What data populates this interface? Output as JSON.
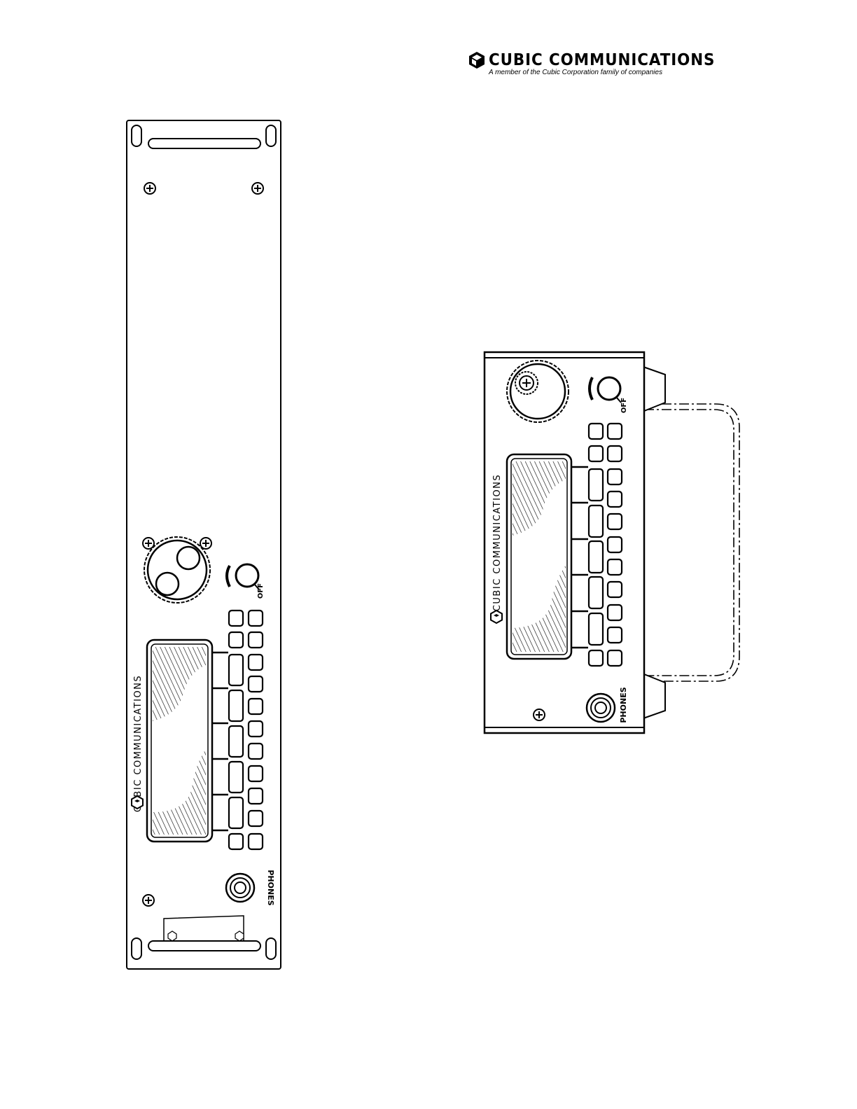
{
  "header": {
    "brand_name": "CUBIC COMMUNICATIONS",
    "tagline": "A member of the Cubic Corporation family of companies"
  },
  "rack_panel": {
    "brand_label": "CUBIC COMMUNICATIONS",
    "power_label": "OFF",
    "phones_label": "PHONES",
    "icons": [
      "cubic-logo-icon",
      "tuning-knob-icon",
      "power-knob-icon",
      "phones-jack-icon",
      "screw-icon"
    ]
  },
  "front_unit": {
    "brand_label": "CUBIC COMMUNICATIONS",
    "power_label": "OFF",
    "phones_label": "PHONES",
    "icons": [
      "cubic-logo-icon",
      "tuning-knob-icon",
      "power-knob-icon",
      "phones-jack-icon",
      "handle-icon"
    ]
  }
}
